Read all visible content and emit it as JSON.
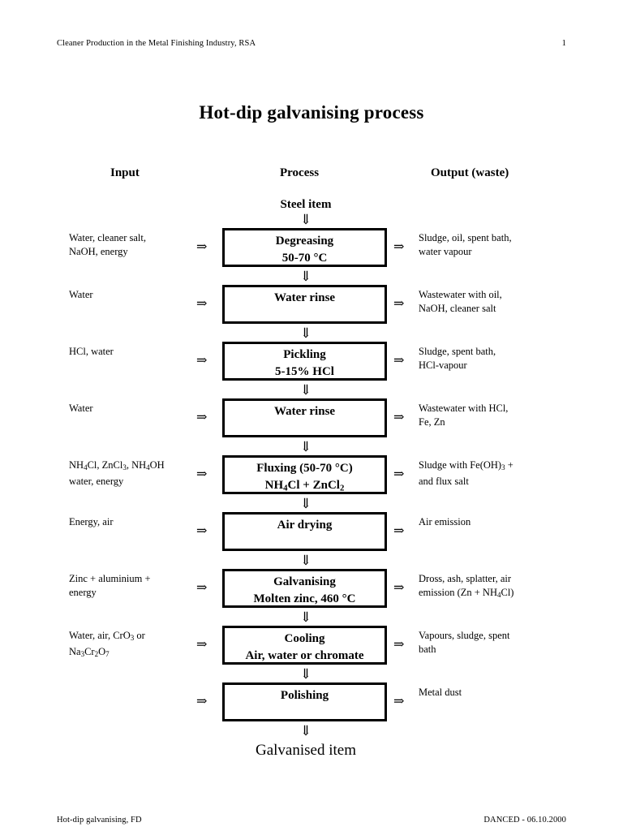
{
  "header": {
    "left": "Cleaner Production in the Metal Finishing Industry, RSA",
    "page_number": "1"
  },
  "footer": {
    "left": "Hot-dip galvanising, FD",
    "right": "DANCED - 06.10.2000"
  },
  "title": "Hot-dip galvanising process",
  "columns": {
    "input": "Input",
    "process": "Process",
    "output": "Output (waste)"
  },
  "flow": {
    "start_label": "Steel item",
    "end_label": "Galvanised item",
    "down_arrow": "⇓",
    "right_arrow": "⇒"
  },
  "chart_data": {
    "type": "diagram",
    "title": "Hot-dip galvanising process",
    "columns": [
      "Input",
      "Process",
      "Output (waste)"
    ],
    "start": "Steel item",
    "end": "Galvanised item",
    "steps": [
      {
        "input_lines": [
          "Water, cleaner salt,",
          "NaOH, energy"
        ],
        "process_lines": [
          "Degreasing",
          "50-70 °C"
        ],
        "output_lines": [
          "Sludge, oil, spent bath,",
          "water vapour"
        ]
      },
      {
        "input_lines": [
          "Water"
        ],
        "process_lines": [
          "Water rinse"
        ],
        "output_lines": [
          "Wastewater with oil,",
          "NaOH, cleaner salt"
        ]
      },
      {
        "input_lines": [
          "HCl, water"
        ],
        "process_lines": [
          "Pickling",
          "5-15% HCl"
        ],
        "output_lines": [
          "Sludge, spent bath,",
          "HCl-vapour"
        ]
      },
      {
        "input_lines": [
          "Water"
        ],
        "process_lines": [
          "Water rinse"
        ],
        "output_lines": [
          "Wastewater with HCl,",
          "Fe, Zn"
        ]
      },
      {
        "input_lines": [
          "NH<sub>4</sub>Cl, ZnCl<sub>3</sub>, NH<sub>4</sub>OH",
          "water, energy"
        ],
        "process_lines": [
          "Fluxing (50-70 °C)",
          "NH<sub>4</sub>Cl + ZnCl<sub>2</sub>"
        ],
        "output_lines": [
          "Sludge with Fe(OH)<sub>3</sub> +",
          "and flux salt"
        ]
      },
      {
        "input_lines": [
          "Energy, air"
        ],
        "process_lines": [
          "Air drying"
        ],
        "output_lines": [
          "Air emission"
        ]
      },
      {
        "input_lines": [
          "Zinc + aluminium +",
          "energy"
        ],
        "process_lines": [
          "Galvanising",
          "Molten zinc, 460 °C"
        ],
        "output_lines": [
          "Dross, ash, splatter, air",
          "emission (Zn + NH<sub>4</sub>Cl)"
        ]
      },
      {
        "input_lines": [
          "Water, air, CrO<sub>3</sub> or",
          "Na<sub>3</sub>Cr<sub>2</sub>O<sub>7</sub>"
        ],
        "process_lines": [
          "Cooling",
          "Air, water or chromate"
        ],
        "output_lines": [
          "Vapours, sludge, spent",
          "bath"
        ]
      },
      {
        "input_lines": [],
        "process_lines": [
          "Polishing"
        ],
        "output_lines": [
          "Metal dust"
        ]
      }
    ]
  }
}
